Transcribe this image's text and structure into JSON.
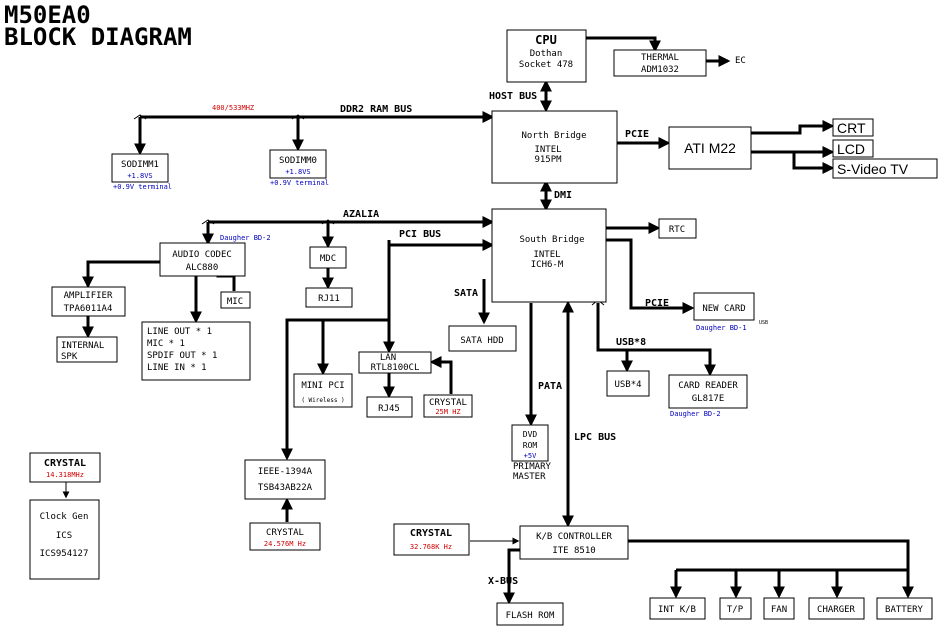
{
  "title": [
    "M50EA0",
    "BLOCK DIAGRAM"
  ],
  "blocks": {
    "cpu": [
      "CPU",
      "Dothan",
      "Socket 478"
    ],
    "thermal": [
      "THERMAL",
      "ADM1032"
    ],
    "north_bridge": [
      "North Bridge",
      "INTEL",
      "915PM"
    ],
    "ati": [
      "ATI M22"
    ],
    "crt": [
      "CRT"
    ],
    "lcd": [
      "LCD"
    ],
    "svideo": [
      "S-Video TV"
    ],
    "sodimm1": [
      "SODIMM1",
      "+1.8VS",
      "+0.9V terminal"
    ],
    "sodimm0": [
      "SODIMM0",
      "+1.8VS",
      "+0.9V terminal"
    ],
    "south_bridge": [
      "South Bridge",
      "INTEL",
      "ICH6-M"
    ],
    "rtc": [
      "RTC"
    ],
    "new_card": [
      "NEW CARD",
      "Daugher BD-1",
      "USB"
    ],
    "audio_codec": [
      "AUDIO CODEC",
      "ALC880",
      "Daugher BD-2"
    ],
    "mdc": [
      "MDC"
    ],
    "rj11": [
      "RJ11"
    ],
    "mic": [
      "MIC"
    ],
    "amplifier": [
      "AMPLIFIER",
      "TPA6011A4"
    ],
    "internal_spk": [
      "INTERNAL",
      "SPK"
    ],
    "audio_out": [
      "LINE OUT * 1",
      "MIC * 1",
      "SPDIF OUT * 1",
      "LINE IN * 1"
    ],
    "sata_hdd": [
      "SATA HDD"
    ],
    "lan": [
      "LAN",
      "RTL8100CL"
    ],
    "rj45": [
      "RJ45"
    ],
    "crystal_lan": [
      "CRYSTAL",
      "25M HZ"
    ],
    "mini_pci": [
      "MINI PCI",
      "( Wireless )"
    ],
    "usb4": [
      "USB*4"
    ],
    "card_reader": [
      "CARD READER",
      "GL817E",
      "Daugher BD-2"
    ],
    "dvd": [
      "DVD",
      "ROM",
      "+5V"
    ],
    "primary_master": [
      "PRIMARY",
      "MASTER"
    ],
    "crystal_clk": [
      "CRYSTAL",
      "14.318MHz"
    ],
    "clock_gen": [
      "Clock Gen",
      "ICS",
      "ICS954127"
    ],
    "ieee": [
      "IEEE-1394A",
      "TSB43AB22A"
    ],
    "crystal_ieee": [
      "CRYSTAL",
      "24.576M Hz"
    ],
    "crystal_kb": [
      "CRYSTAL",
      "32.768K Hz"
    ],
    "kb_controller": [
      "K/B CONTROLLER",
      "ITE 8510"
    ],
    "flash_rom": [
      "FLASH ROM"
    ],
    "int_kb": [
      "INT K/B"
    ],
    "tp": [
      "T/P"
    ],
    "fan": [
      "FAN"
    ],
    "charger": [
      "CHARGER"
    ],
    "battery": [
      "BATTERY"
    ]
  },
  "bus_labels": {
    "ec": "EC",
    "host_bus": "HOST BUS",
    "ddr2": "DDR2 RAM BUS",
    "ddr2_speed": "400/533MHZ",
    "pcie_top": "PCIE",
    "dmi": "DMI",
    "azalia": "AZALIA",
    "pci_bus": "PCI BUS",
    "sata": "SATA",
    "pcie_new": "PCIE",
    "usb8": "USB*8",
    "pata": "PATA",
    "lpc_bus": "LPC BUS",
    "xbus": "X-BUS"
  },
  "colors": {
    "red": "#d00000",
    "blue": "#0000c0",
    "line": "#000000"
  }
}
